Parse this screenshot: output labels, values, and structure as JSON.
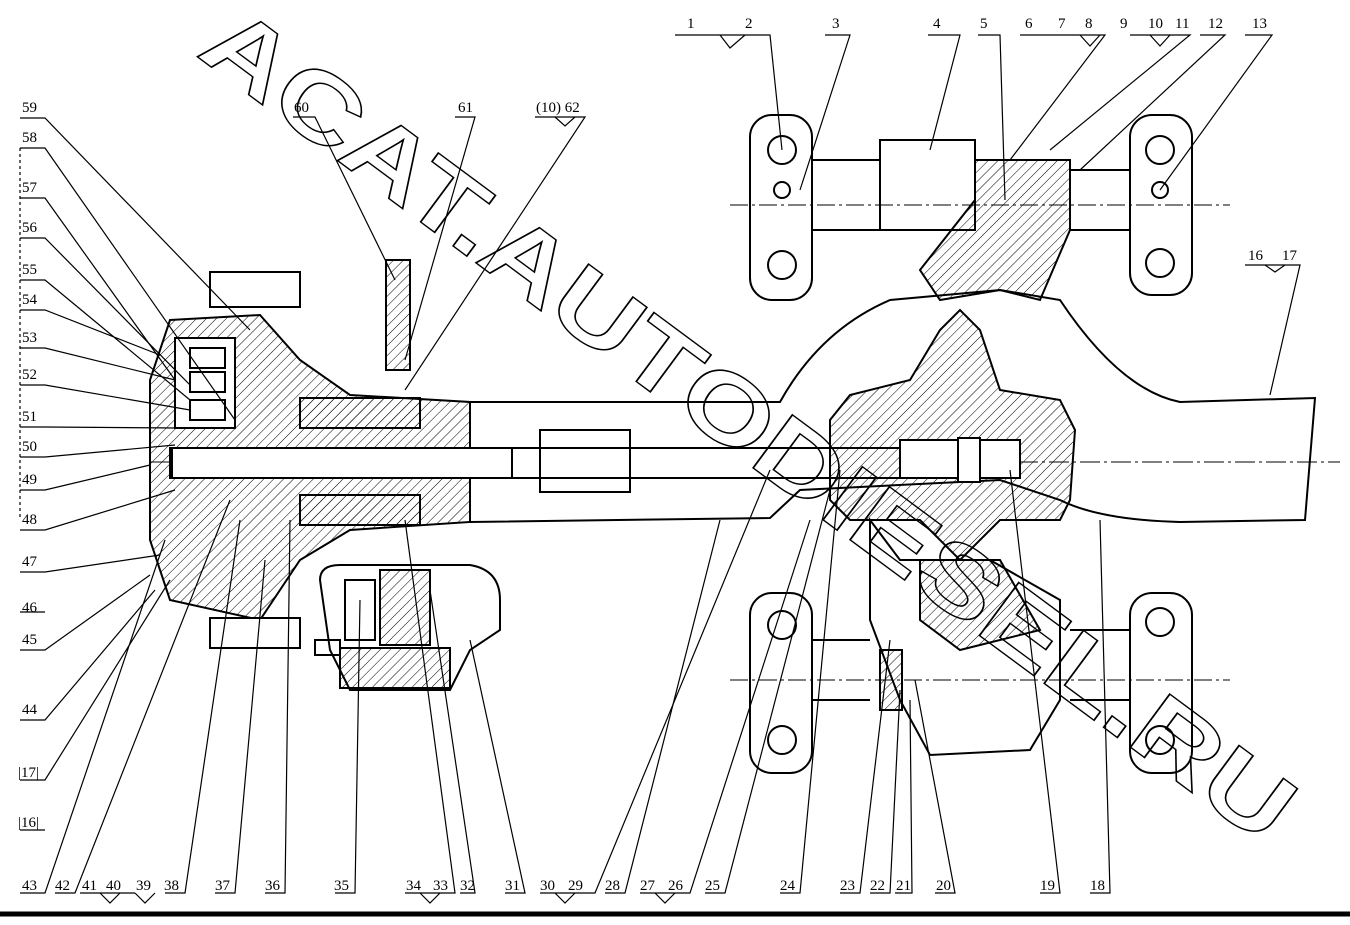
{
  "watermark": {
    "text": "ACAT.AUTODIESEL.RU"
  },
  "callouts_top": [
    "1",
    "2",
    "3",
    "4",
    "5",
    "6",
    "7",
    "8",
    "9",
    "10",
    "11",
    "12",
    "13"
  ],
  "callouts_top_center": [
    "60",
    "61",
    "(10) 62"
  ],
  "callouts_right": [
    "16",
    "17"
  ],
  "callouts_left": [
    "59",
    "58",
    "57",
    "56",
    "55",
    "54",
    "53",
    "52",
    "51",
    "50",
    "49",
    "48",
    "47",
    "46",
    "45",
    "44",
    "|17|",
    "|16|"
  ],
  "callouts_bottom": [
    "43",
    "42",
    "41",
    "40",
    "39",
    "38",
    "37",
    "36",
    "35",
    "34",
    "33",
    "32",
    "31",
    "30",
    "29",
    "28",
    "27",
    "26",
    "25",
    "24",
    "23",
    "22",
    "21",
    "20",
    "19",
    "18"
  ]
}
